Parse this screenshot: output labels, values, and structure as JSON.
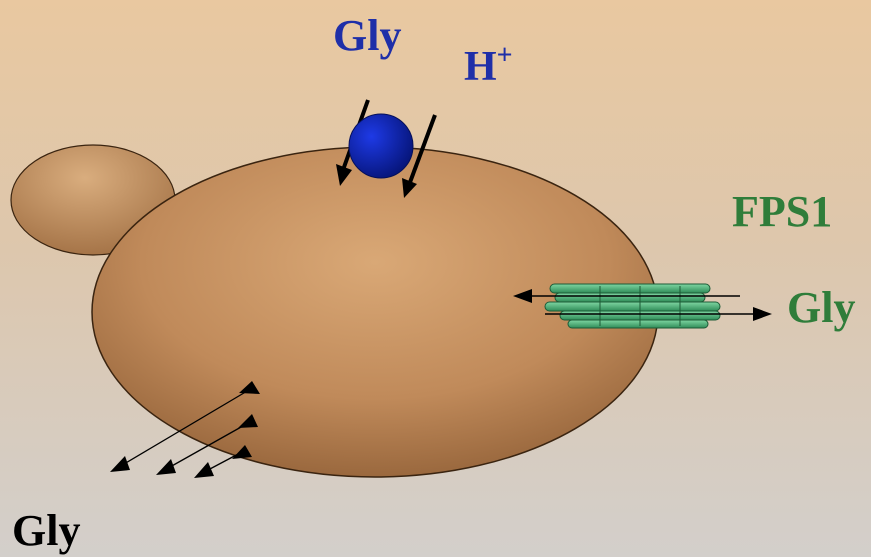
{
  "labels": {
    "gly_top": "Gly",
    "h_plus_base": "H",
    "h_plus_sup": "+",
    "fps1": "FPS1",
    "gly_right": "Gly",
    "gly_bottom": "Gly"
  },
  "colors": {
    "blue_label": "#1f2fa8",
    "green_label": "#2f7d3a",
    "black_label": "#000000",
    "cell_fill_light": "#d9a876",
    "cell_fill_dark": "#8a5a32",
    "transporter_blue": "#0a22b8",
    "fps1_channel": "#4fb07a"
  }
}
